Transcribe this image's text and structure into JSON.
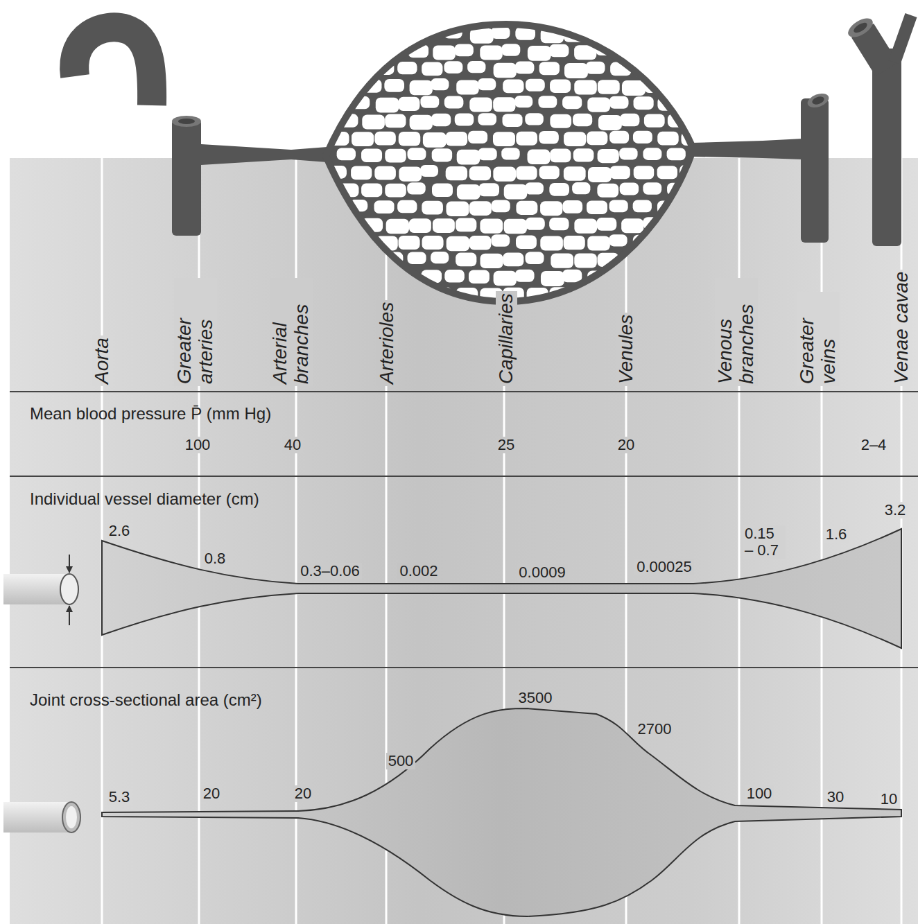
{
  "diagram": {
    "labels": [
      "Aorta",
      "Greater arteries",
      "Arterial branches",
      "Arterioles",
      "Capillaries",
      "Venules",
      "Venous branches",
      "Greater veins",
      "Venae cavae",
      "Mean blood pressure P̄ (mm Hg)",
      "100",
      "40",
      "25",
      "20",
      "2–4",
      "Individual vessel diameter (cm)",
      "2.6",
      "0.8",
      "0.3–0.06",
      "0.002",
      "0.0009",
      "0.00025",
      "0.15 – 0.7",
      "1.6",
      "3.2",
      "Joint cross-sectional area (cm²)",
      "5.3",
      "20",
      "20",
      "500",
      "3500",
      "2700",
      "100",
      "30",
      "10"
    ]
  }
}
